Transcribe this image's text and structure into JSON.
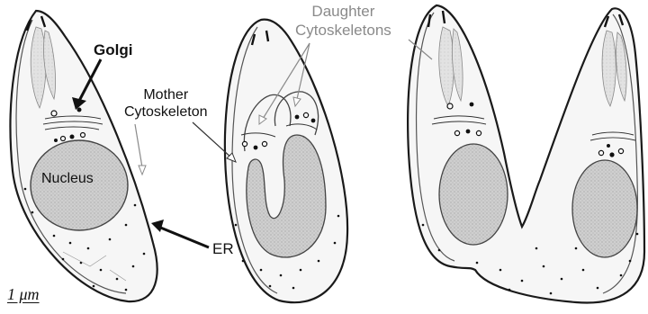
{
  "labels": {
    "golgi": "Golgi",
    "nucleus": "Nucleus",
    "er": "ER",
    "mother_line1": "Mother",
    "mother_line2": "Cytoskeleton",
    "daughter_line1": "Daughter",
    "daughter_line2": "Cytoskeletons",
    "scale_bar": "1 μm"
  },
  "colors": {
    "outline": "#1a1a1a",
    "cytoplasm": "#f4f4f4",
    "organelle_grey": "#c8c8c8",
    "secondary_label": "#8a8a8a"
  }
}
